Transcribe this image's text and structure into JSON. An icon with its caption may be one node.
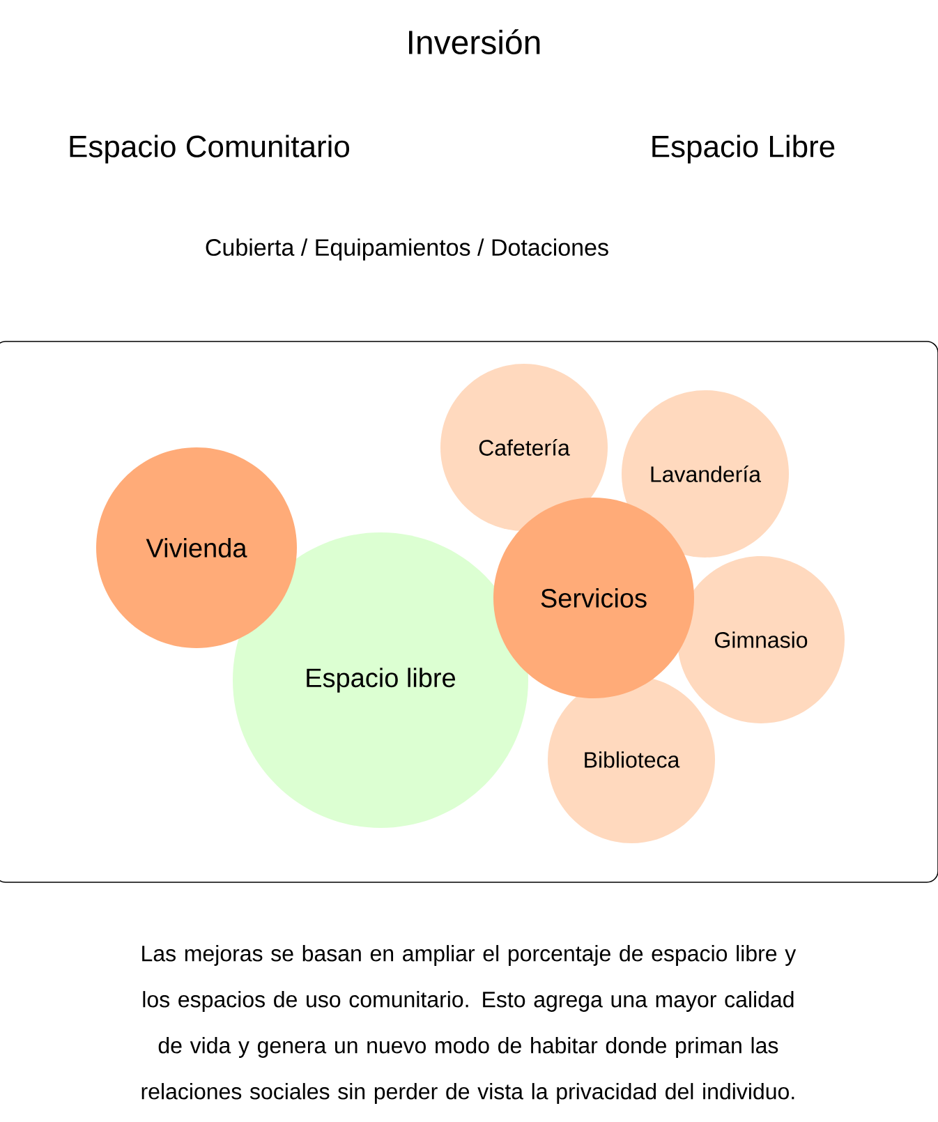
{
  "diagram": {
    "title": "Inversión",
    "nodes": [
      {
        "text": [
          "Cafetería"
        ]
      },
      {
        "text": [
          "Lavandería"
        ]
      },
      {
        "text": [
          "Vivienda"
        ]
      },
      {
        "text": [
          "Servicios"
        ]
      },
      {
        "text": [
          "Gimnasio"
        ]
      },
      {
        "text": [
          "Espacio libre"
        ]
      },
      {
        "text": [
          "Biblioteca"
        ]
      }
    ],
    "labels": [
      "Espacio Comunitario",
      "Espacio Libre",
      "Cubierta / Equipamientos / Dotaciones"
    ],
    "caption": "Las mejoras se basan en ampliar el porcentaje de espacio libre y los espacios de uso comunitario. Esto agrega una mayor calidad de vida y genera un nuevo modo de habitar donde priman las relaciones sociales sin perder de vista la privacidad del individuo."
  }
}
